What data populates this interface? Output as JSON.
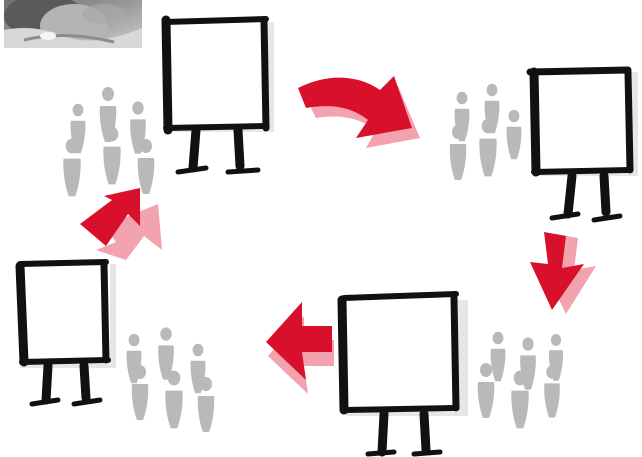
{
  "palette": {
    "ink": "#111111",
    "crowd": "#b9b9b9",
    "arrow_red": "#d8102c",
    "arrow_pink": "#f2a3ad",
    "shadow": "#e4e4e4",
    "background": "#ffffff"
  },
  "figure": {
    "kind": "hand-drawn cycle illustration",
    "stations": [
      {
        "id": "top-left",
        "icon": "screen-on-stand-icon"
      },
      {
        "id": "top-right",
        "icon": "screen-on-stand-icon"
      },
      {
        "id": "bottom-center",
        "icon": "screen-on-stand-icon"
      },
      {
        "id": "bottom-left",
        "icon": "screen-on-stand-icon"
      }
    ],
    "arrows": [
      {
        "from": "top-left",
        "to": "top-right",
        "icon": "curved-arrow-right-icon"
      },
      {
        "from": "top-right",
        "to": "bottom-center",
        "icon": "arrow-down-icon"
      },
      {
        "from": "bottom-center",
        "to": "bottom-left",
        "icon": "arrow-left-icon"
      },
      {
        "from": "bottom-left",
        "to": "top-left",
        "icon": "arrow-up-icon"
      }
    ],
    "crowds": 4,
    "photo_thumbnail": "portrait-photo-icon"
  }
}
